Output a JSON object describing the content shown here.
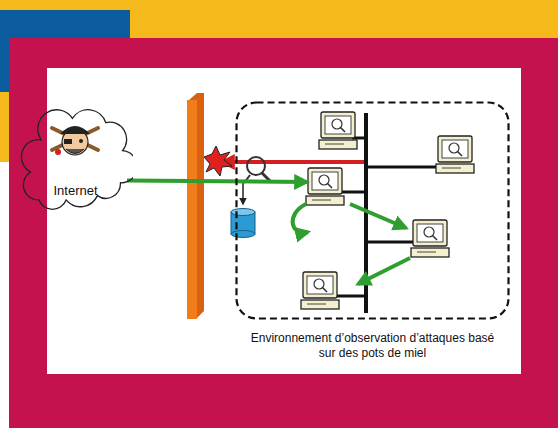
{
  "diagram": {
    "nodes": [
      {
        "text": [
          "Internet"
        ]
      },
      {
        "text": [
          "Environnement d’observation d’attaques basé sur des pots de miel"
        ]
      }
    ],
    "edges": [
      {
        "from": 0,
        "to": 1,
        "arrow": "to"
      }
    ]
  }
}
